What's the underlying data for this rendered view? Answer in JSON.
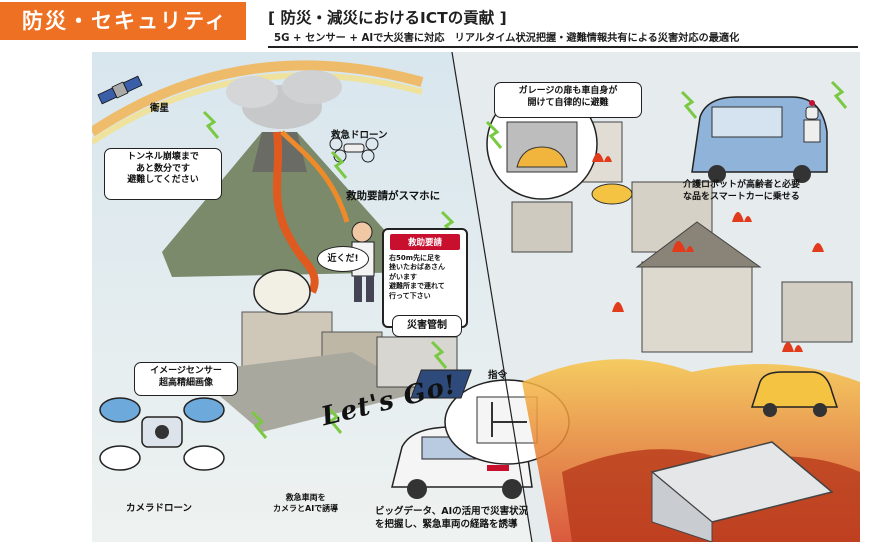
{
  "header": {
    "tag": "防災・セキュリティ",
    "title": "[ 防災・減災におけるICTの貢献 ]",
    "subtitle": "5G + センサー + AIで大災害に対応　リアルタイム状況把握・避難情報共有による災害対応の最適化"
  },
  "labels": {
    "satellite": "衛星",
    "rescue_drone": "救急ドローン",
    "tunnel_line1": "トンネル崩壊まで",
    "tunnel_line2": "あと数分です",
    "tunnel_line3": "避難してください",
    "rescue_request_phone": "救助要請がスマホに",
    "nearby": "近くだ!",
    "phone_header": "救助要請",
    "phone_body_line1": "右50m先に足を",
    "phone_body_line2": "挫いたおばあさん",
    "phone_body_line3": "がいます",
    "phone_body_line4": "避難所まで連れて",
    "phone_body_line5": "行って下さい",
    "disaster_mgmt": "災害管制",
    "image_sensor_line1": "イメージセンサー",
    "image_sensor_line2": "超高精細画像",
    "lets_go": "Let's Go!",
    "command": "指令",
    "camera_drone": "カメラドローン",
    "vehicle_guide_line1": "救急車両を",
    "vehicle_guide_line2": "カメラとAIで誘導",
    "bigdata_line1": "ビッグデータ、AIの活用で災害状況",
    "bigdata_line2": "を把握し、緊急車両の経路を誘導",
    "garage_line1": "ガレージの扉も車自身が",
    "garage_line2": "開けて自律的に避難",
    "care_robot_line1": "介護ロボットが高齢者と必要",
    "care_robot_line2": "な品をスマートカーに乗せる"
  },
  "colors": {
    "tag_bg": "#ee7023",
    "alert_red": "#c8102e",
    "signal_green": "#7ac943"
  }
}
